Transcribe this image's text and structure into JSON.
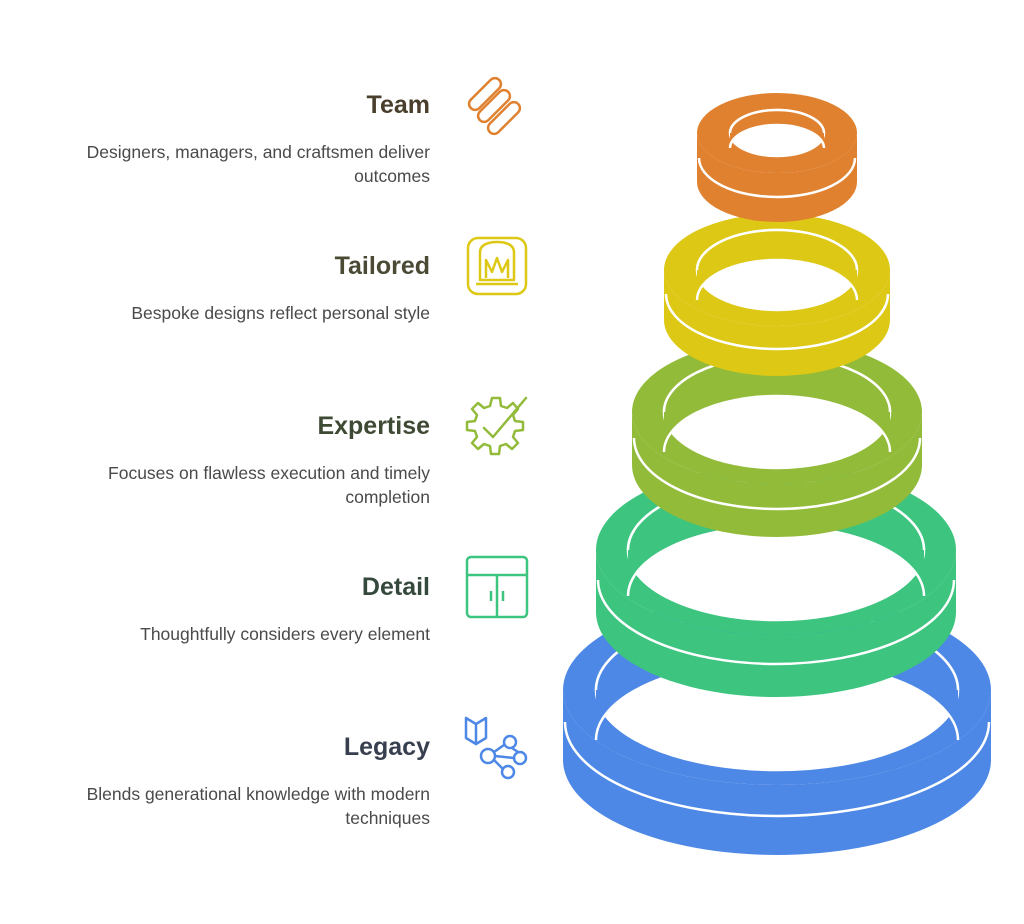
{
  "layers": [
    {
      "id": "team",
      "title": "Team",
      "description": "Designers, managers, and craftsmen deliver outcomes",
      "icon": "people-group-icon",
      "color": "#e0812f",
      "title_color": "#4a3e2c"
    },
    {
      "id": "tailored",
      "title": "Tailored",
      "description": "Bespoke designs reflect personal style",
      "icon": "armchair-icon",
      "color": "#ddc815",
      "title_color": "#4a4a35"
    },
    {
      "id": "expertise",
      "title": "Expertise",
      "description": "Focuses on flawless execution and timely completion",
      "icon": "gear-check-icon",
      "color": "#92bb3a",
      "title_color": "#3f4a35"
    },
    {
      "id": "detail",
      "title": "Detail",
      "description": "Thoughtfully considers every element",
      "icon": "cabinet-icon",
      "color": "#3dc47e",
      "title_color": "#35483c"
    },
    {
      "id": "legacy",
      "title": "Legacy",
      "description": "Blends generational knowledge with modern techniques",
      "icon": "book-network-icon",
      "color": "#4e88e6",
      "title_color": "#38404f"
    }
  ]
}
